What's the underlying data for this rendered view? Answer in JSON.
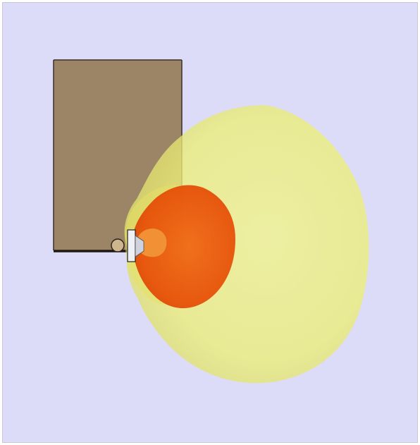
{
  "scene": {
    "colors": {
      "background": "#dcdcf8",
      "board": "#9c8466",
      "board_edge": "#2a2018",
      "outer_lobe": "#eef07a",
      "mid_lobe": "#e4dc5c",
      "inner_lobe": "#e8500a",
      "core_lobe": "#f0a040",
      "source": "#eceff4",
      "pivot": "#c9b08a"
    },
    "icons": [
      "rectangular-board",
      "radiation-lobe",
      "source-element",
      "pivot-circle"
    ]
  }
}
